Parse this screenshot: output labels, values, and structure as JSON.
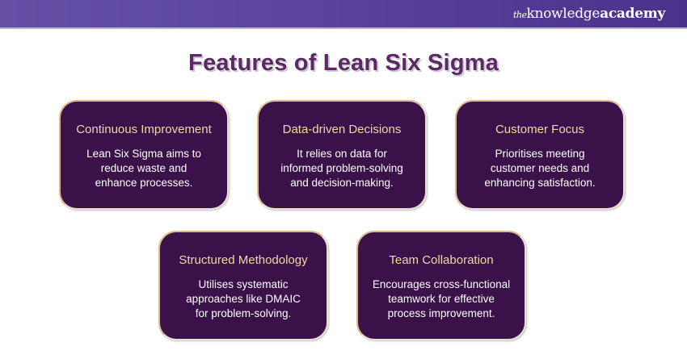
{
  "header": {
    "brand_prefix": "the",
    "brand_main": "knowledge",
    "brand_suffix": "academy"
  },
  "title": "Features of Lean Six Sigma",
  "colors": {
    "header_purple": "#5a449d",
    "title_purple": "#5b2a63",
    "card_bg": "#3a1149",
    "card_title": "#f6d6a8",
    "card_border": "#d9b98a"
  },
  "features": [
    {
      "title": "Continuous Improvement",
      "lines": [
        "Lean Six Sigma aims to",
        "reduce waste and",
        "enhance processes."
      ]
    },
    {
      "title": "Data-driven Decisions",
      "lines": [
        "It relies on data for",
        "informed problem-solving",
        "and decision-making."
      ]
    },
    {
      "title": "Customer Focus",
      "lines": [
        "Prioritises meeting",
        "customer needs and",
        "enhancing satisfaction."
      ]
    },
    {
      "title": "Structured Methodology",
      "lines": [
        "Utilises systematic",
        "approaches like DMAIC",
        "for problem-solving."
      ]
    },
    {
      "title": "Team Collaboration",
      "lines": [
        "Encourages cross-functional",
        "teamwork for effective",
        "process improvement."
      ]
    }
  ]
}
